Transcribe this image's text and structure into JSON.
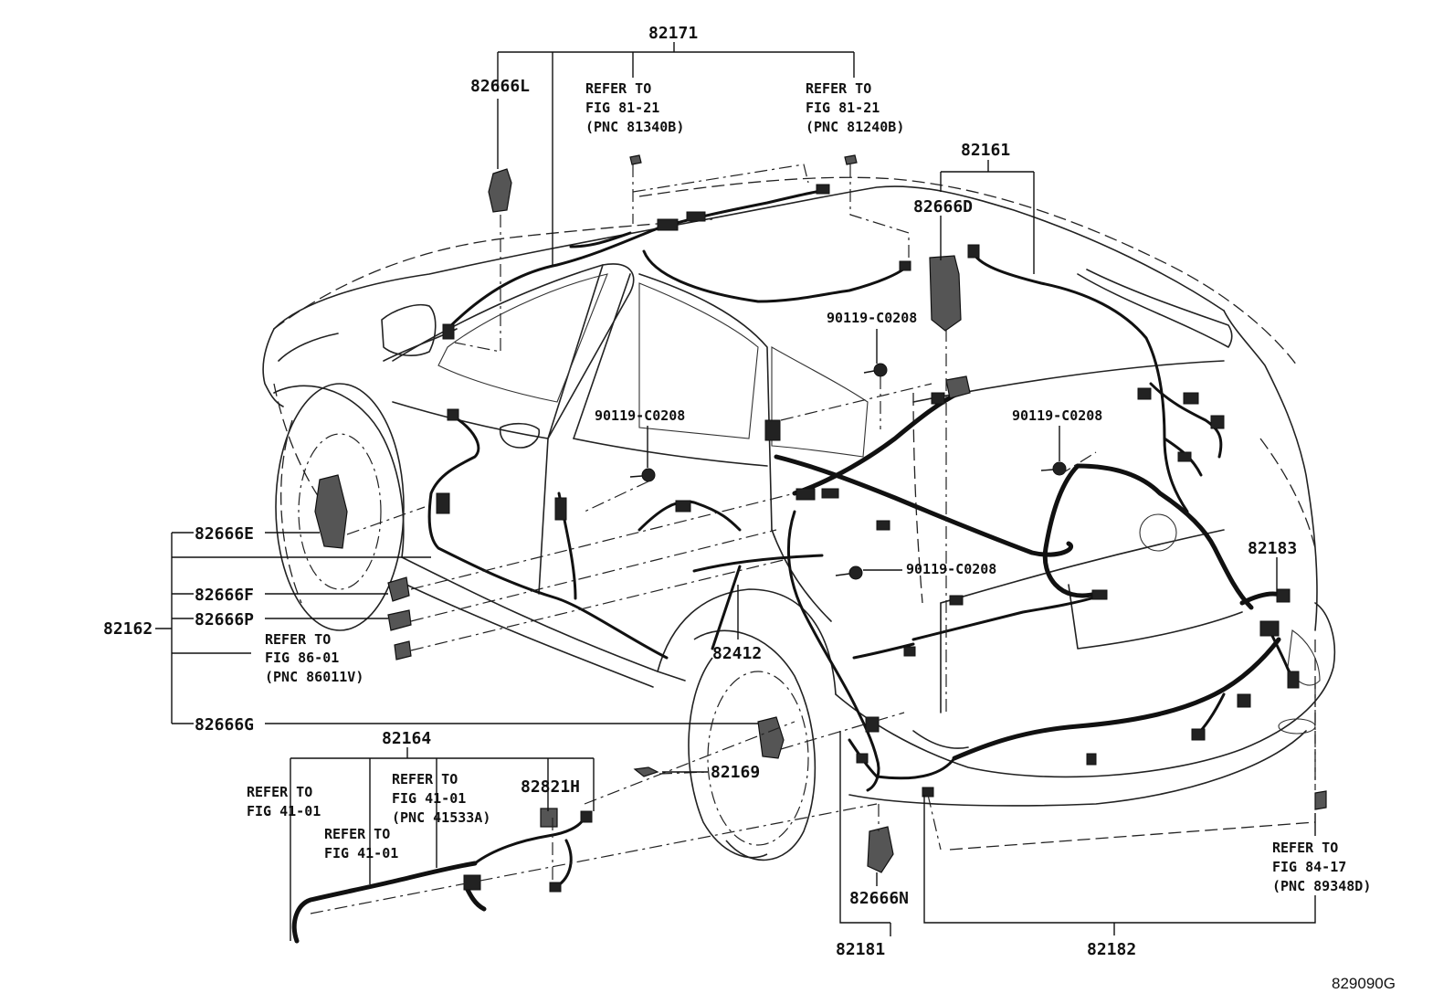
{
  "labels": {
    "p82171": "82171",
    "p82666L": "82666L",
    "p82161": "82161",
    "p82666D": "82666D",
    "p82666E": "82666E",
    "p82666F": "82666F",
    "p82666P": "82666P",
    "p82162": "82162",
    "p82666G": "82666G",
    "p82412": "82412",
    "p82164": "82164",
    "p82821H": "82821H",
    "p82169": "82169",
    "p82183": "82183",
    "p82666N": "82666N",
    "p82181": "82181",
    "p82182": "82182",
    "bolt1": "90119-C0208",
    "bolt2": "90119-C0208",
    "bolt3": "90119-C0208",
    "bolt4": "90119-C0208",
    "figure_code": "829090G"
  },
  "refs": {
    "ref1": {
      "l1": "REFER TO",
      "l2": "FIG 81-21",
      "l3": "(PNC 81340B)"
    },
    "ref2": {
      "l1": "REFER TO",
      "l2": "FIG 81-21",
      "l3": "(PNC 81240B)"
    },
    "ref3": {
      "l1": "REFER TO",
      "l2": "FIG 86-01",
      "l3": "(PNC 86011V)"
    },
    "ref4": {
      "l1": "REFER TO",
      "l2": "FIG 41-01"
    },
    "ref5": {
      "l1": "REFER TO",
      "l2": "FIG 41-01",
      "l3": "(PNC 41533A)"
    },
    "ref6": {
      "l1": "REFER TO",
      "l2": "FIG 41-01"
    },
    "ref7": {
      "l1": "REFER TO",
      "l2": "FIG 84-17",
      "l3": "(PNC 89348D)"
    }
  }
}
